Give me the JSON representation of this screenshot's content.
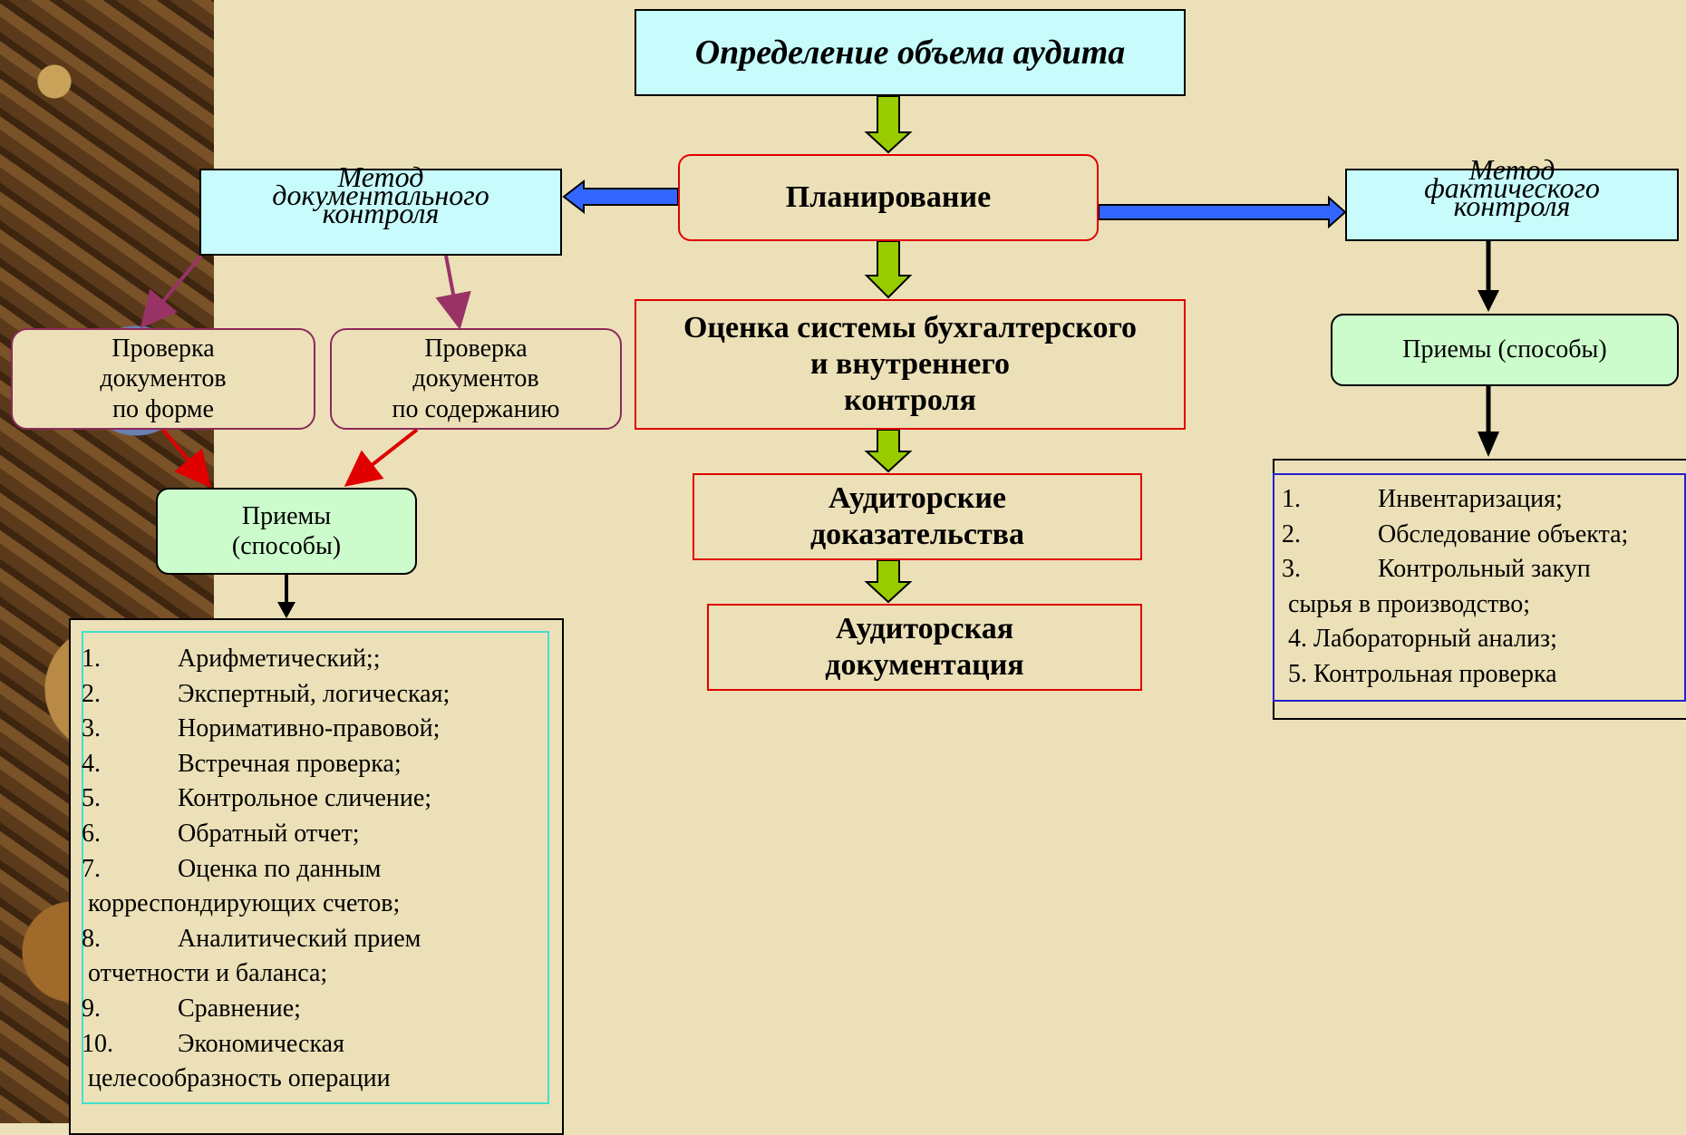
{
  "title": "Определение объема аудита",
  "planning": "Планирование",
  "method_documentary": [
    "Метод",
    "документального",
    "контроля"
  ],
  "method_factual": [
    "Метод",
    "фактического",
    "контроля"
  ],
  "check_form": [
    "Проверка",
    "документов",
    "по форме"
  ],
  "check_content": [
    "Проверка",
    "документов",
    "по содержанию"
  ],
  "evaluation": [
    "Оценка системы бухгалтерского",
    "и внутреннего",
    "контроля"
  ],
  "evidence": [
    "Аудиторские",
    "доказательства"
  ],
  "documentation": [
    "Аудиторская",
    "документация"
  ],
  "techniques_left": [
    "Приемы",
    "(способы)"
  ],
  "techniques_right": "Приемы (способы)",
  "left_list": [
    {
      "num": "1.",
      "text": "Арифметический;;"
    },
    {
      "num": "2.",
      "text": "Экспертный, логическая;"
    },
    {
      "num": "3.",
      "text": "Норимативно-правовой;"
    },
    {
      "num": "4.",
      "text": "Встречная проверка;"
    },
    {
      "num": "5.",
      "text": "Контрольное сличение;"
    },
    {
      "num": "6.",
      "text": "Обратный отчет;"
    },
    {
      "num": "7.",
      "text": "Оценка по данным"
    },
    {
      "num": "",
      "text": " корреспондирующих счетов;"
    },
    {
      "num": " 8.",
      "text": "Аналитический прием"
    },
    {
      "num": "",
      "text": " отчетности и баланса;"
    },
    {
      "num": " 9.",
      "text": "Сравнение;"
    },
    {
      "num": "10.",
      "text": "Экономическая"
    },
    {
      "num": "",
      "text": " целесообразность операции"
    }
  ],
  "right_list": [
    {
      "num": "1.",
      "text": "Инвентаризация;"
    },
    {
      "num": "2.",
      "text": "Обследование объекта;"
    },
    {
      "num": "3.",
      "text": "Контрольный закуп"
    },
    {
      "num": "",
      "text": " сырья в производство;"
    },
    {
      "num": "",
      "text": " 4. Лабораторный анализ;"
    },
    {
      "num": "",
      "text": " 5. Контрольная проверка"
    }
  ],
  "colors": {
    "background": "#ece0b8",
    "cyan_box": "#c8fcfc",
    "green_box": "#ccfccc",
    "red_border": "#e00000",
    "green_arrow": "#99cc00",
    "blue_arrow": "#3366ff",
    "purple_arrow": "#993366"
  }
}
